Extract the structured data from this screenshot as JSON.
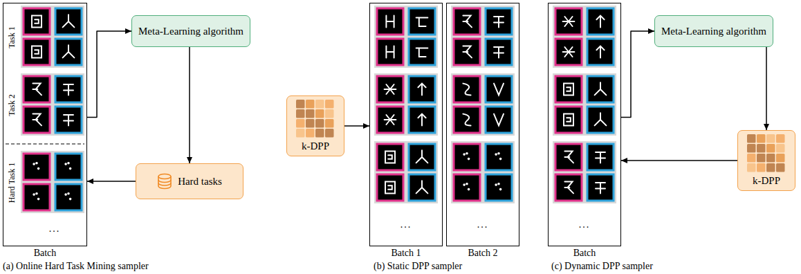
{
  "diagram": {
    "nodes": [
      {
        "text": [
          "Task 1",
          "Task 2",
          "Hard Task 1",
          "...",
          "Batch"
        ]
      },
      {
        "text": [
          "Meta-Learning algorithm"
        ]
      },
      {
        "text": [
          "Hard tasks"
        ]
      },
      {
        "text": [
          "k-DPP"
        ]
      },
      {
        "text": [
          "...",
          "Batch 1"
        ]
      },
      {
        "text": [
          "...",
          "Batch 2"
        ]
      },
      {
        "text": [
          "...",
          "Batch"
        ]
      },
      {
        "text": [
          "Meta-Learning algorithm"
        ]
      },
      {
        "text": [
          "k-DPP"
        ]
      }
    ],
    "edges": [
      {
        "from": 0,
        "to": 1,
        "arrow": "to"
      },
      {
        "from": 1,
        "to": 2,
        "arrow": "to"
      },
      {
        "from": 2,
        "to": 0,
        "arrow": "to"
      },
      {
        "from": 3,
        "to": 4,
        "arrow": "to"
      },
      {
        "from": 6,
        "to": 7,
        "arrow": "to"
      },
      {
        "from": 7,
        "to": 8,
        "arrow": "to"
      },
      {
        "from": 8,
        "to": 6,
        "arrow": "to"
      }
    ],
    "labels": [
      "(a) Online Hard Task Mining sampler",
      "(b) Static DPP sampler",
      "(c) Dynamic DPP sampler"
    ]
  }
}
